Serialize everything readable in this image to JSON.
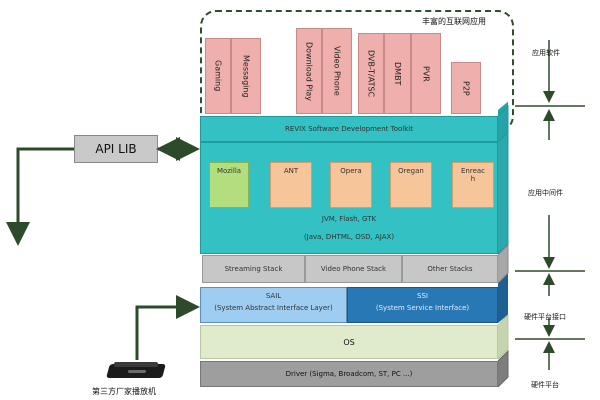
{
  "apps": {
    "title": "丰富的互联网应用",
    "items": [
      "Gaming",
      "Messaging",
      "Download Play",
      "Video Phone",
      "DVB-T/ATSC",
      "DMBT",
      "PVR",
      "P2P"
    ]
  },
  "sdk": {
    "label": "REVIX Software Development Toolkit"
  },
  "api_lib": {
    "label": "API LIB"
  },
  "browsers": [
    "Mozilla",
    "ANT",
    "Opera",
    "Oregan",
    "Enreac h"
  ],
  "runtime": {
    "line1": "JVM, Flash, GTK",
    "line2": "(Java, DHTML, OSD, AJAX)"
  },
  "stacks": [
    "Streaming Stack",
    "Video Phone Stack",
    "Other Stacks"
  ],
  "sail": {
    "title": "SAIL",
    "subtitle": "(System Abstract Interface Layer)"
  },
  "ssi": {
    "title": "SSI",
    "subtitle": "(System Service Interface)"
  },
  "os": {
    "label": "OS"
  },
  "driver": {
    "label": "Driver (Sigma, Broadcom, ST, PC ...)"
  },
  "device": {
    "label": "第三方厂家播放机"
  },
  "side_labels": {
    "app_software": "应用软件",
    "middleware": "应用中间件",
    "hw_interface": "硬件平台接口",
    "hw_platform": "硬件平台"
  },
  "colors": {
    "teal": "#33c1c4",
    "teal_top": "#5ad6d7",
    "pink": "#efb0ad",
    "green_mozilla": "#b3de7d",
    "orange_browser": "#f7c59a",
    "gray_stack": "#c7c7c7",
    "light_blue": "#9ecdf1",
    "blue": "#2878b5",
    "light_green": "#e0ebcc",
    "dark_gray": "#9e9e9e",
    "arrow_green": "#2d4a2b"
  }
}
